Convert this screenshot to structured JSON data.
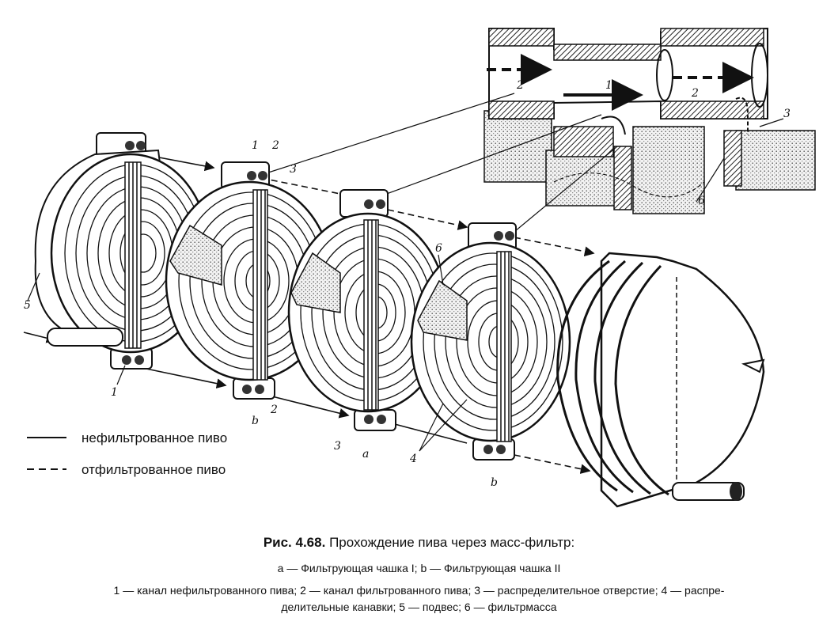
{
  "legend": {
    "solid_label": "нефильтрованное пиво",
    "dashed_label": "отфильтрованное пиво"
  },
  "labels": {
    "n1": "1",
    "n2": "2",
    "n3": "3",
    "n4": "4",
    "n5": "5",
    "n6": "6",
    "a": "a",
    "b": "b"
  },
  "caption": {
    "fig_number": "Рис. 4.68.",
    "title": "Прохождение пива через масс-фильтр:",
    "subtitle": "а — Фильтрующая чашка I; b — Фильтрующая чашка II",
    "key_line1": "1 — канал нефильтрованного пива; 2 — канал фильтрованного пива; 3 — распределительное отверстие; 4 — распре-",
    "key_line2": "делительные канавки; 5 — подвес; 6 — фильтрмасса"
  }
}
